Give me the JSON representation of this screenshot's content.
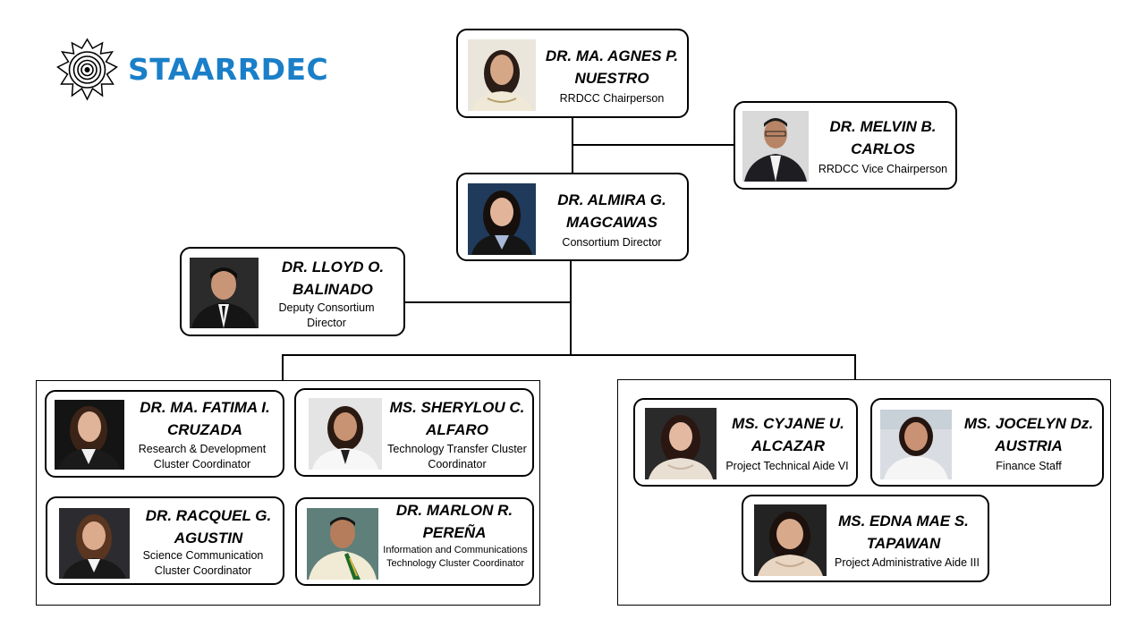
{
  "logo": {
    "text": "STAARRDEC",
    "color": "#1a7fc8"
  },
  "people": {
    "chair": {
      "name": "DR. MA. AGNES P. NUESTRO",
      "role": "RRDCC Chairperson"
    },
    "vice": {
      "name": "DR. MELVIN B. CARLOS",
      "role": "RRDCC Vice Chairperson"
    },
    "director": {
      "name": "DR. ALMIRA G. MAGCAWAS",
      "role": "Consortium Director"
    },
    "deputy": {
      "name": "DR. LLOYD O. BALINADO",
      "role": "Deputy Consortium Director"
    },
    "cruzada": {
      "name": "DR. MA. FATIMA I. CRUZADA",
      "role": "Research & Development Cluster Coordinator"
    },
    "alfaro": {
      "name": "MS. SHERYLOU C. ALFARO",
      "role": "Technology Transfer Cluster Coordinator"
    },
    "agustin": {
      "name": "DR. RACQUEL G. AGUSTIN",
      "role": "Science Communication Cluster Coordinator"
    },
    "perena": {
      "name": "DR.  MARLON R. PEREÑA",
      "role": "Information and Communications Technology Cluster Coordinator"
    },
    "alcazar": {
      "name": "MS. CYJANE U. ALCAZAR",
      "role": "Project Technical Aide VI"
    },
    "austria": {
      "name": "MS. JOCELYN Dz. AUSTRIA",
      "role": "Finance Staff"
    },
    "tapawan": {
      "name": "MS. EDNA MAE S. TAPAWAN",
      "role": "Project Administrative Aide III"
    }
  }
}
